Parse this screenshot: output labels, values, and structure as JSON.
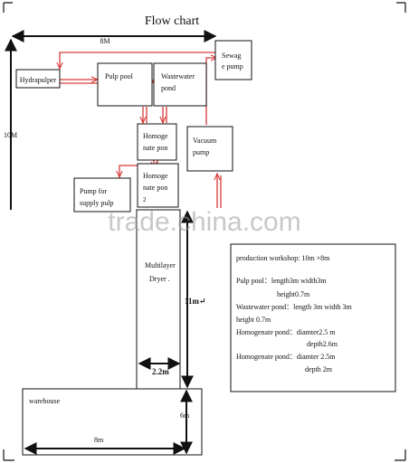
{
  "title": "Flow chart",
  "dimensions": {
    "top_width": "8M",
    "left_height": "10M",
    "dryer_height": "11m↵",
    "dryer_width": "2.2m",
    "warehouse_height": "6m",
    "warehouse_width": "8m"
  },
  "boxes": {
    "hydrapulper": "Hydrapulper",
    "pulp_pool": "Pulp pool",
    "wastewater_pond": [
      "Wastewater",
      "pond"
    ],
    "sewage_pump": [
      "Sewag",
      "e pump"
    ],
    "homogenate_pond_1": [
      "Homoge",
      "nate pon"
    ],
    "homogenate_pond_2": [
      "Homoge",
      "nate pon",
      "2"
    ],
    "vacuum_pump": [
      "Vacuum",
      "pump"
    ],
    "pump_supply": [
      "Pump for",
      "supply pulp"
    ],
    "multilayer_dryer": [
      "Multilayer",
      "Dryer ."
    ],
    "warehouse": "warehouse"
  },
  "notes": [
    "production workshop: 10m  ×8m",
    "Pulp pool：length3m    width3m",
    "height0.7m",
    "Wastewater pond：length 3m    width 3m",
    "height 0.7m",
    "Homogenate pond：diamter2.5 m",
    "depth2.6m",
    "Homogenate pond：diamter 2.5m",
    "depth 2m"
  ],
  "watermark": "trade.china.com",
  "colors": {
    "flow_arrow": "#d93a3a",
    "line": "#111111"
  }
}
